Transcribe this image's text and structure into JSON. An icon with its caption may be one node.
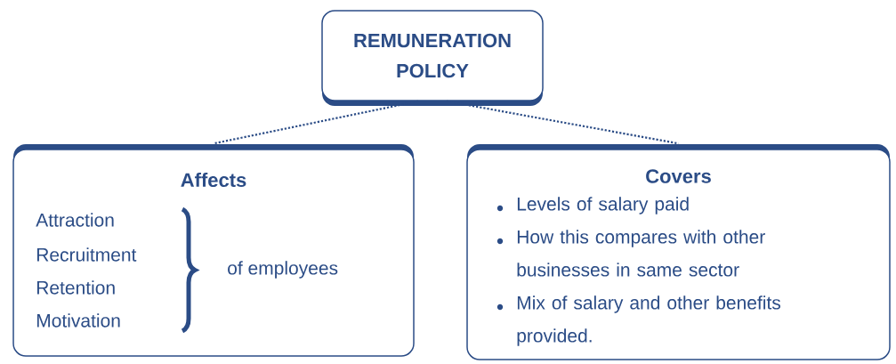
{
  "diagram": {
    "nodes": [
      {
        "text": [
          "REMUNERATION POLICY"
        ]
      },
      {
        "text": [
          "Affects",
          "Attraction",
          "Recruitment",
          "Retention",
          "Motivation",
          "of employees"
        ]
      },
      {
        "text": [
          "Covers",
          "Levels of salary paid",
          "How this compares with other businesses in same sector",
          "Mix of salary and other benefits provided."
        ]
      }
    ],
    "edges": [
      {
        "from": 0,
        "to": 1,
        "arrow": "none"
      },
      {
        "from": 0,
        "to": 2,
        "arrow": "none"
      }
    ]
  }
}
